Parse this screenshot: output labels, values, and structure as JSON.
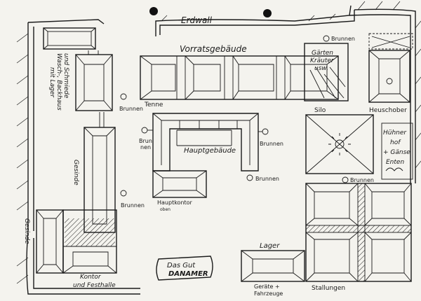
{
  "title": {
    "line1": "Das Gut",
    "line2": "DANAMER"
  },
  "labels": {
    "erdwall": "Erdwall",
    "vorratsgebaeude": "Vorratsgebäude",
    "tenne": "Tenne",
    "brunnen": "Brunnen",
    "garten_line1": "Gärten",
    "garten_line2": "Kräuter",
    "garten_line3": "usw.",
    "heuschober": "Heuschober",
    "wasch_line1": "Wasch-, Backhaus",
    "wasch_line2": "und Schmiede",
    "wasch_line3": "mit Lager",
    "silo": "Silo",
    "haupt": "Hauptgebäude",
    "brunnen_split_1": "Brun",
    "brunnen_split_2": "nen",
    "huehner_line1": "Hühner",
    "huehner_line2": "hof",
    "huehner_line3": "+ Gänse",
    "huehner_line4": "Enten",
    "gesinde": "Gesinde",
    "hauptkontor": "Hauptkontor",
    "oben": "oben",
    "lager": "Lager",
    "kontor_line1": "Kontor",
    "kontor_line2": "und Festhalle",
    "geraete_line1": "Geräte +",
    "geraete_line2": "Fahrzeuge",
    "stallungen": "Stallungen"
  },
  "colors": {
    "ink": "#1a1a1a",
    "paper": "#f4f3ee"
  }
}
